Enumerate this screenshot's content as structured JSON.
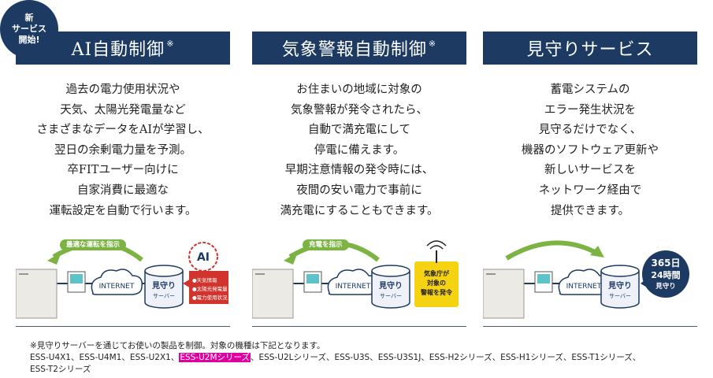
{
  "badge": {
    "line1": "新",
    "line2": "サービス",
    "line3": "開始!"
  },
  "columns": [
    {
      "title": "AI自動制御",
      "mark": "※",
      "lines": [
        "過去の電力使用状況や",
        "天気、太陽光発電量など",
        "さまざまなデータをAIが学習し、",
        "翌日の余剰電力量を予測。",
        "卒FITユーザー向けに",
        "自家消費に最適な",
        "運転設定を自動で行います。"
      ],
      "illus": {
        "pill": "最適な運転を指示",
        "internet": "INTERNET",
        "server_line1": "見守り",
        "server_line2": "サーバー",
        "bubble_title": "AI",
        "bubble_items": [
          "●天気情報",
          "●太陽光発電量",
          "●電力使用状況"
        ]
      }
    },
    {
      "title": "気象警報自動制御",
      "mark": "※",
      "lines": [
        "お住まいの地域に対象の",
        "気象警報が発令されたら、",
        "自動で満充電にして",
        "停電に備えます。",
        "早期注意情報の発令時には、",
        "夜間の安い電力で事前に",
        "満充電にすることもできます。"
      ],
      "illus": {
        "pill": "充電を指示",
        "internet": "INTERNET",
        "server_line1": "見守り",
        "server_line2": "サーバー",
        "alert_lines": [
          "気象庁が",
          "対象の",
          "警報を発令"
        ]
      }
    },
    {
      "title": "見守りサービス",
      "mark": "",
      "lines": [
        "蓄電システムの",
        "エラー発生状況を",
        "見守るだけでなく、",
        "機器のソフトウェア更新や",
        "新しいサービスを",
        "ネットワーク経由で",
        "提供できます。"
      ],
      "illus": {
        "internet": "INTERNET",
        "server_line1": "見守り",
        "server_line2": "サーバー",
        "bubble_line1": "365日",
        "bubble_line2": "24時間",
        "bubble_line3": "見守り"
      }
    }
  ],
  "footnote": {
    "line1": "※見守りサーバーを通じてお使いの製品を制御。対象の機種は下記となります。",
    "line2_a": "ESS-U4X1、ESS-U4M1、ESS-U2X1、",
    "line2_hl": "ESS-U2Mシリーズ",
    "line2_b": "、ESS-U2Lシリーズ、ESS-U3S、ESS-U3S1J、ESS-H2シリーズ、ESS-H1シリーズ、ESS-T1シリーズ、",
    "line3": "ESS-T2シリーズ"
  },
  "colors": {
    "navy": "#1d3a63",
    "green": "#7cb342",
    "yellow": "#f6d312",
    "red": "#d0342c",
    "highlight": "#e000a0"
  }
}
